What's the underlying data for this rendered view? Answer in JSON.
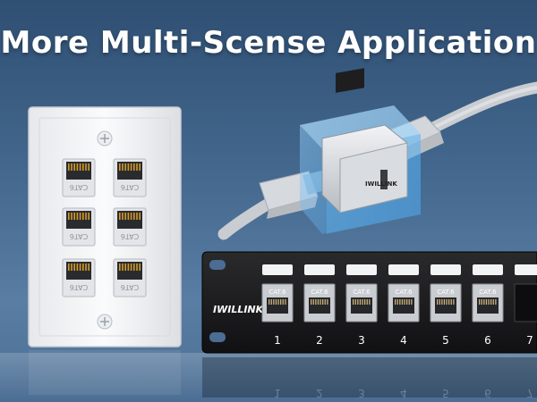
{
  "headline": "More Multi-Scense Application",
  "colors": {
    "background_top": "#2f4f73",
    "background_bottom": "#5a7ea3",
    "wall_plate": "#f4f5f7",
    "patch_panel": "#1b1b1d",
    "coupler_glow": "#59b8ff",
    "cable": "#c9ccd0"
  },
  "wall_plate": {
    "jack_label": "CAT6",
    "jack_count": 6
  },
  "coupler": {
    "brand": "IWILLINK"
  },
  "patch_panel": {
    "brand": "IWILLINK",
    "port_label": "CAT.6",
    "port_numbers": [
      "1",
      "2",
      "3",
      "4",
      "5",
      "6",
      "7"
    ]
  }
}
